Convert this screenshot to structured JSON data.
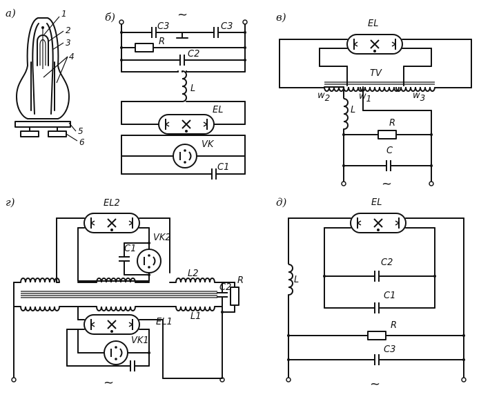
{
  "panels": {
    "a": "а)",
    "b": "б)",
    "v": "в)",
    "g": "г)",
    "d": "д)"
  },
  "callouts": [
    "1",
    "2",
    "3",
    "4",
    "5",
    "6"
  ],
  "tilde": "~",
  "b": {
    "c3_left": "C3",
    "c3_right": "C3",
    "r": "R",
    "c2": "C2",
    "l": "L",
    "el": "EL",
    "vk": "VK",
    "c1": "C1"
  },
  "v": {
    "el": "EL",
    "tv": "TV",
    "w2": "w",
    "w2_sub": "2",
    "w1": "w",
    "w1_sub": "1",
    "w3": "w",
    "w3_sub": "3",
    "l": "L",
    "r": "R",
    "c": "C"
  },
  "g": {
    "el2": "EL2",
    "vk2": "VK2",
    "c1": "C1",
    "l2": "L2",
    "c2": "C2",
    "r": "R",
    "el1": "EL1",
    "l1": "L1",
    "vk1": "VK1"
  },
  "d": {
    "el": "EL",
    "l": "L",
    "c2": "C2",
    "c1": "C1",
    "r": "R",
    "c3": "C3"
  }
}
